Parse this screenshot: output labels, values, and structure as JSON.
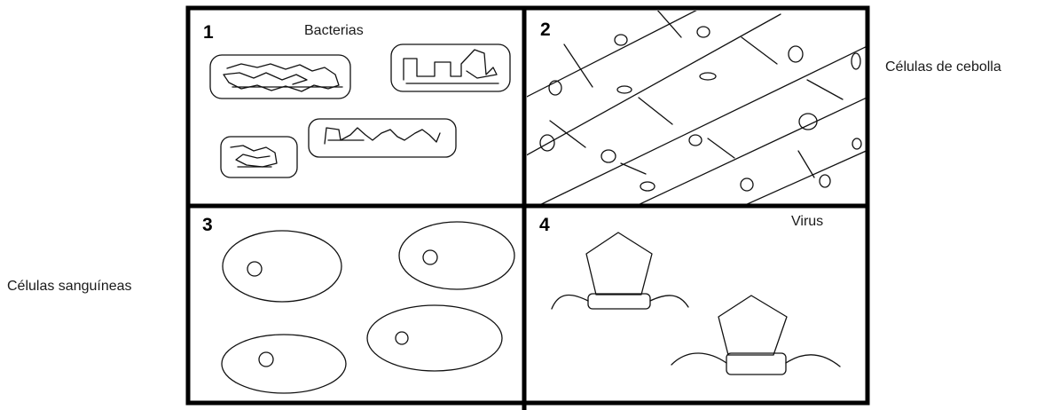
{
  "labels": {
    "left_side": "Células sanguíneas",
    "right_side": "Células de cebolla"
  },
  "panels": [
    {
      "number": "1",
      "title": "Bacterias"
    },
    {
      "number": "2",
      "title": ""
    },
    {
      "number": "3",
      "title": ""
    },
    {
      "number": "4",
      "title": "Virus"
    }
  ]
}
